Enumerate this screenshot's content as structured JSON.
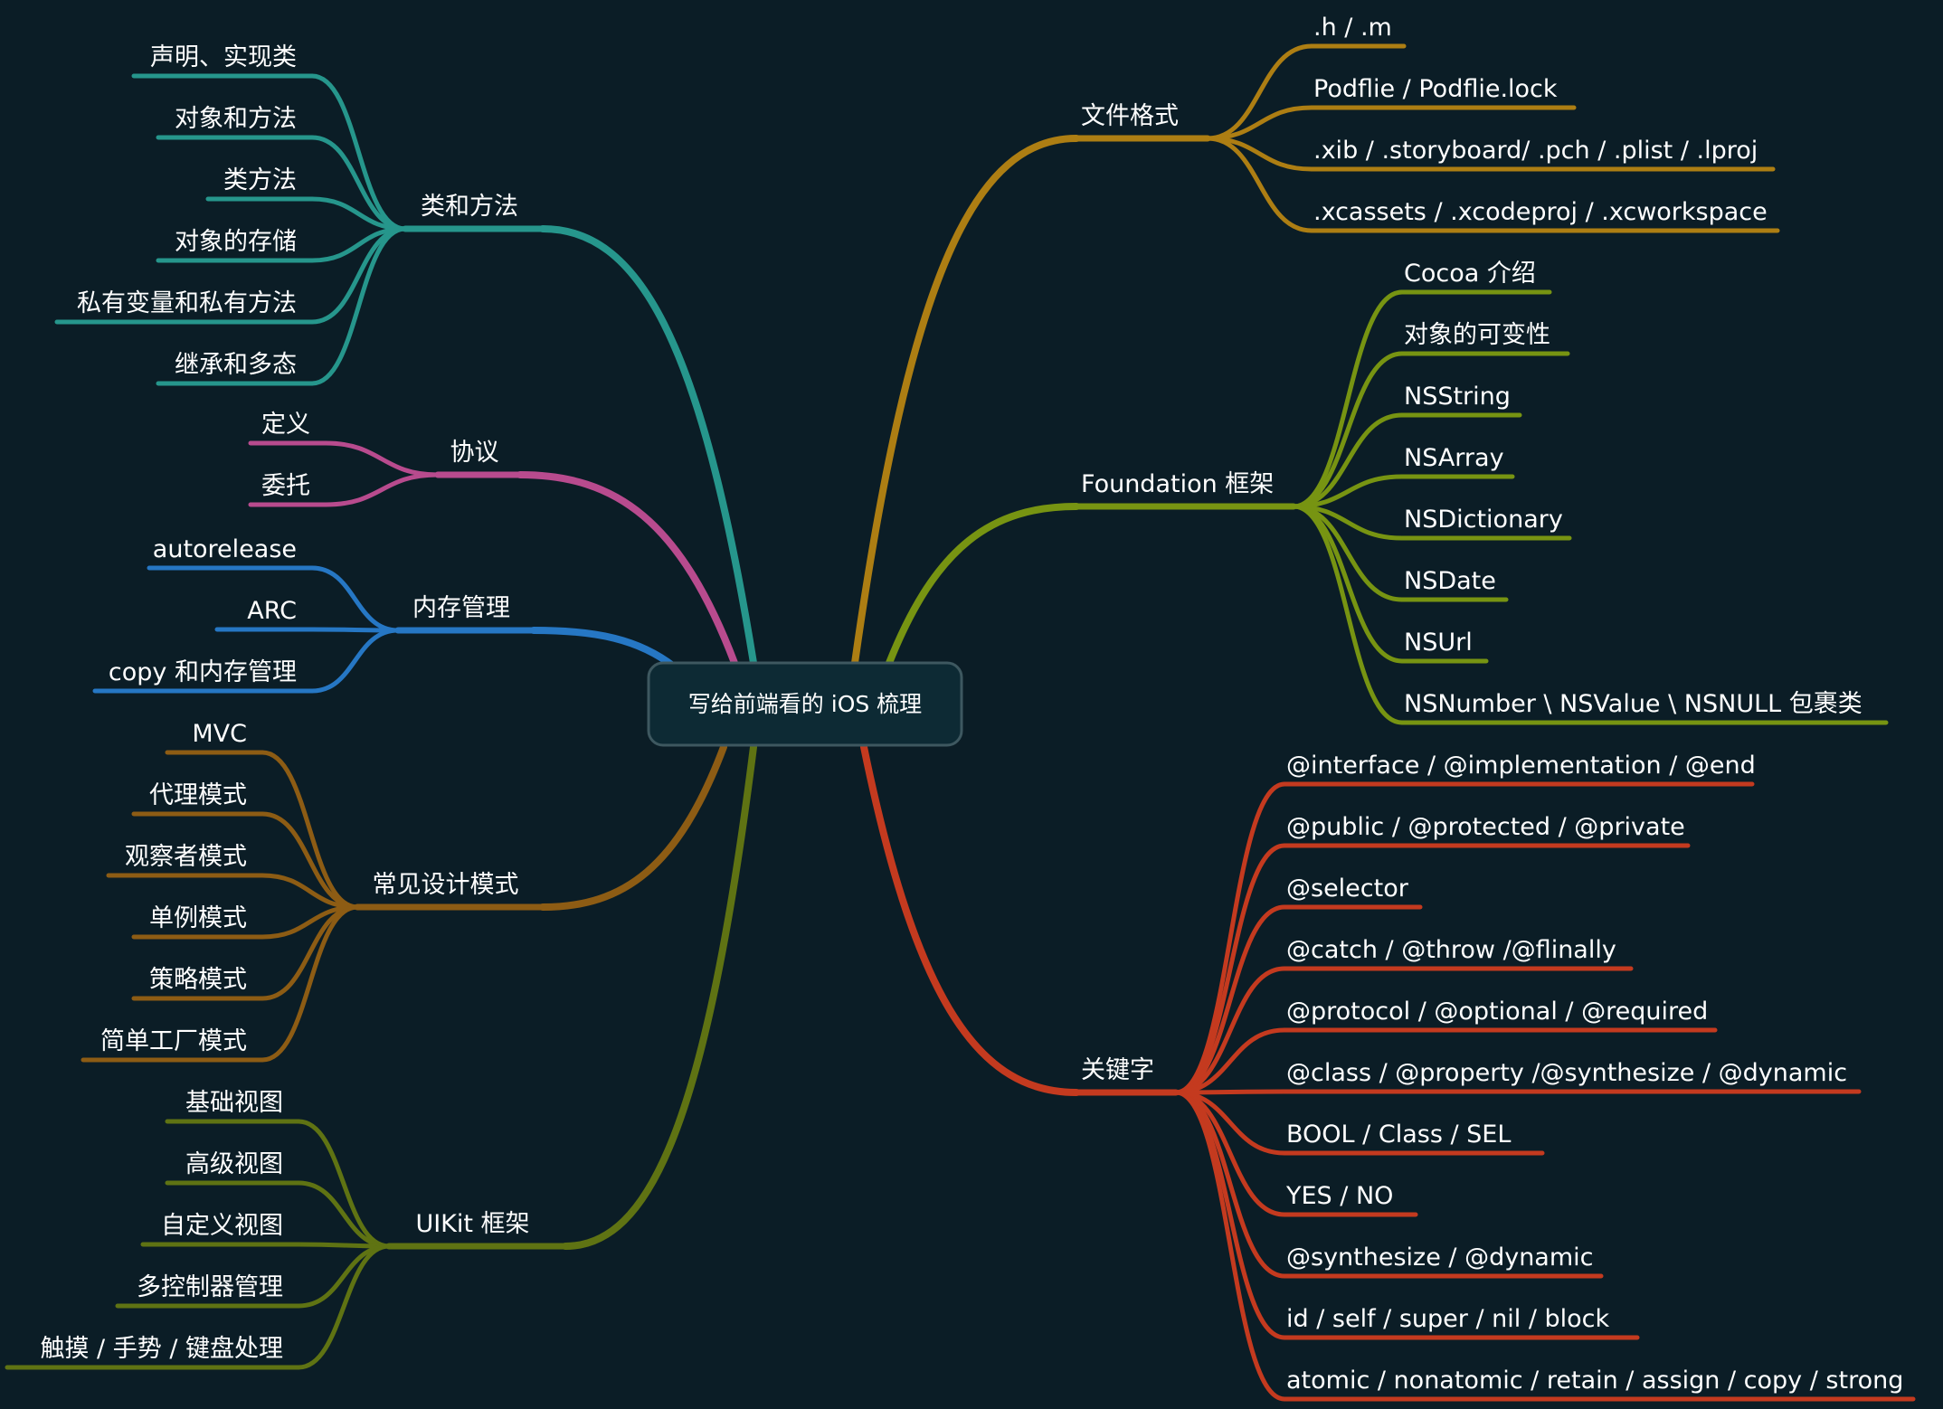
{
  "root": {
    "label": "写给前端看的 iOS 梳理",
    "bg": "#0d2a34",
    "border": "#3e5860"
  },
  "branches": [
    {
      "id": "classes",
      "label": "类和方法",
      "color": "#26968c",
      "children": [
        "声明、实现类",
        "对象和方法",
        "类方法",
        "对象的存储",
        "私有变量和私有方法",
        "继承和多态"
      ]
    },
    {
      "id": "protocol",
      "label": "协议",
      "color": "#b84b8e",
      "children": [
        "定义",
        "委托"
      ]
    },
    {
      "id": "memory",
      "label": "内存管理",
      "color": "#2677c4",
      "children": [
        "autorelease",
        "ARC",
        "copy 和内存管理"
      ]
    },
    {
      "id": "patterns",
      "label": "常见设计模式",
      "color": "#8d5c14",
      "children": [
        "MVC",
        "代理模式",
        "观察者模式",
        "单例模式",
        "策略模式",
        "简单工厂模式"
      ]
    },
    {
      "id": "uikit",
      "label": "UIKit 框架",
      "color": "#5f7313",
      "children": [
        "基础视图",
        "高级视图",
        "自定义视图",
        "多控制器管理",
        "触摸 / 手势 / 键盘处理"
      ]
    },
    {
      "id": "files",
      "label": "文件格式",
      "color": "#ad7e13",
      "children": [
        ".h / .m",
        "Podflie / Podflie.lock",
        ".xib / .storyboard/ .pch / .plist / .lproj",
        ".xcassets / .xcodeproj / .xcworkspace"
      ]
    },
    {
      "id": "foundation",
      "label": "Foundation 框架",
      "color": "#779412",
      "children": [
        "Cocoa 介绍",
        "对象的可变性",
        "NSString",
        "NSArray",
        "NSDictionary",
        "NSDate",
        "NSUrl",
        "NSNumber \\ NSValue \\ NSNULL 包裹类"
      ]
    },
    {
      "id": "keywords",
      "label": "关键字",
      "color": "#c43a1f",
      "children": [
        "@interface / @implementation / @end",
        "@public / @protected / @private",
        "@selector",
        " @catch / @throw /@flinally",
        "@protocol / @optional / @required",
        "@class / @property /@synthesize / @dynamic",
        "BOOL / Class / SEL",
        "YES / NO",
        "@synthesize / @dynamic",
        "id / self / super / nil / block",
        "atomic / nonatomic / retain / assign / copy / strong"
      ]
    }
  ]
}
